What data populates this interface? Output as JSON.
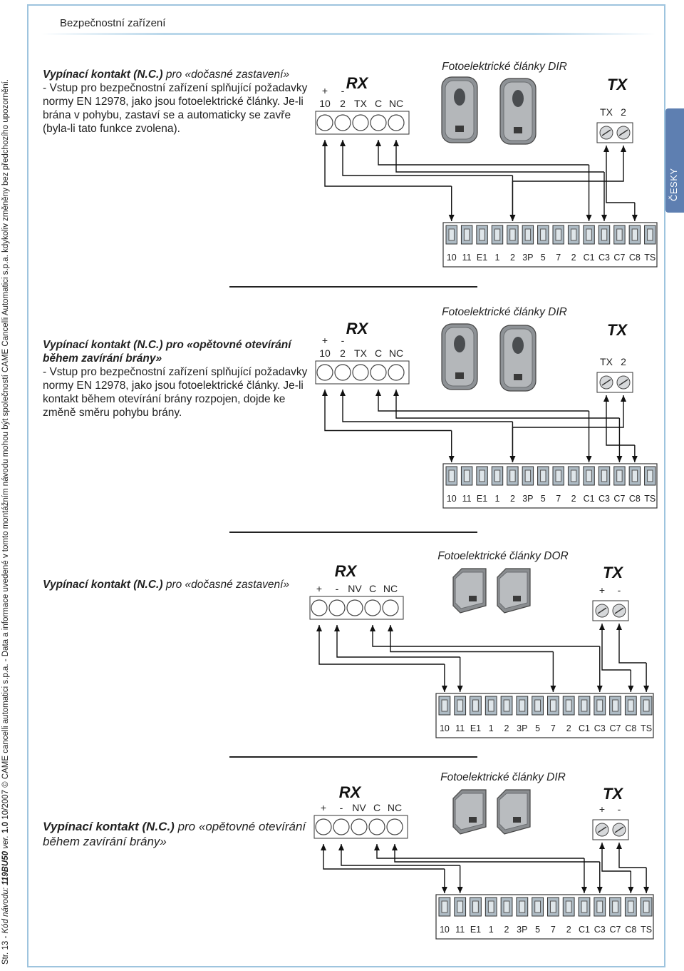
{
  "side_footer": {
    "page": "Str. 13",
    "code_label": "Kód návodu:",
    "code": "119BU50",
    "ver_label": "ver.",
    "ver": "1.0",
    "rest": "10/2007 © CAME cancelli automatici s.p.a. - Data a informace uvedené v tomto montážním návodu mohou být společností CAME Cancelli Automatici s.p.a. kdykoliv změněny bez předchozího upozornění."
  },
  "header": {
    "title": "Bezpečnostní zařízení"
  },
  "language_tab": "ČESKY",
  "sections": [
    {
      "lead": "Vypínací kontakt (N.C.)",
      "mode": " pro «dočasné zastavení»",
      "body": "- Vstup pro bezpečnostní zařízení splňující požadavky normy EN 12978, jako jsou fotoelektrické články. Je-li brána v pohybu, zastaví se a automaticky se zavře (byla-li tato funkce zvolena).",
      "diagram": {
        "photocell_title": "Fotoelektrické články DIR",
        "rx": "RX",
        "tx": "TX",
        "rx_polarity": [
          "+",
          "-"
        ],
        "rx_terminals": [
          "10",
          "2",
          "TX",
          "C",
          "NC"
        ],
        "tx_terminals": [
          "TX",
          "2"
        ],
        "board_terminals": [
          "10",
          "11",
          "E1",
          "1",
          "2",
          "3P",
          "5",
          "7",
          "2",
          "C1",
          "C3",
          "C7",
          "C8",
          "TS"
        ]
      }
    },
    {
      "lead": "Vypínací kontakt (N.C.)",
      "mode": " pro «opětovné otevírání během zavírání brány»",
      "body": "- Vstup pro bezpečnostní zařízení splňující požadavky normy EN 12978, jako jsou fotoelektrické články. Je-li kontakt během otevírání brány rozpojen, dojde ke změně směru pohybu brány.",
      "diagram": {
        "photocell_title": "Fotoelektrické články DIR",
        "rx": "RX",
        "tx": "TX",
        "rx_polarity": [
          "+",
          "-"
        ],
        "rx_terminals": [
          "10",
          "2",
          "TX",
          "C",
          "NC"
        ],
        "tx_terminals": [
          "TX",
          "2"
        ],
        "board_terminals": [
          "10",
          "11",
          "E1",
          "1",
          "2",
          "3P",
          "5",
          "7",
          "2",
          "C1",
          "C3",
          "C7",
          "C8",
          "TS"
        ]
      }
    },
    {
      "lead": "Vypínací kontakt (N.C.)",
      "mode": " pro «dočasné zastavení»",
      "body": "",
      "diagram": {
        "photocell_title": "Fotoelektrické články DOR",
        "rx": "RX",
        "tx": "TX",
        "rx_terminals": [
          "+",
          "-",
          "NV",
          "C",
          "NC"
        ],
        "tx_terminals": [
          "+",
          "-"
        ],
        "board_terminals": [
          "10",
          "11",
          "E1",
          "1",
          "2",
          "3P",
          "5",
          "7",
          "2",
          "C1",
          "C3",
          "C7",
          "C8",
          "TS"
        ]
      }
    },
    {
      "lead": "Vypínací kontakt (N.C.)",
      "mode": " pro «opětovné otevírání během zavírání brány»",
      "body": "",
      "diagram": {
        "photocell_title": "Fotoelektrické články DIR",
        "rx": "RX",
        "tx": "TX",
        "rx_terminals": [
          "+",
          "-",
          "NV",
          "C",
          "NC"
        ],
        "tx_terminals": [
          "+",
          "-"
        ],
        "board_terminals": [
          "10",
          "11",
          "E1",
          "1",
          "2",
          "3P",
          "5",
          "7",
          "2",
          "C1",
          "C3",
          "C7",
          "C8",
          "TS"
        ]
      }
    }
  ]
}
